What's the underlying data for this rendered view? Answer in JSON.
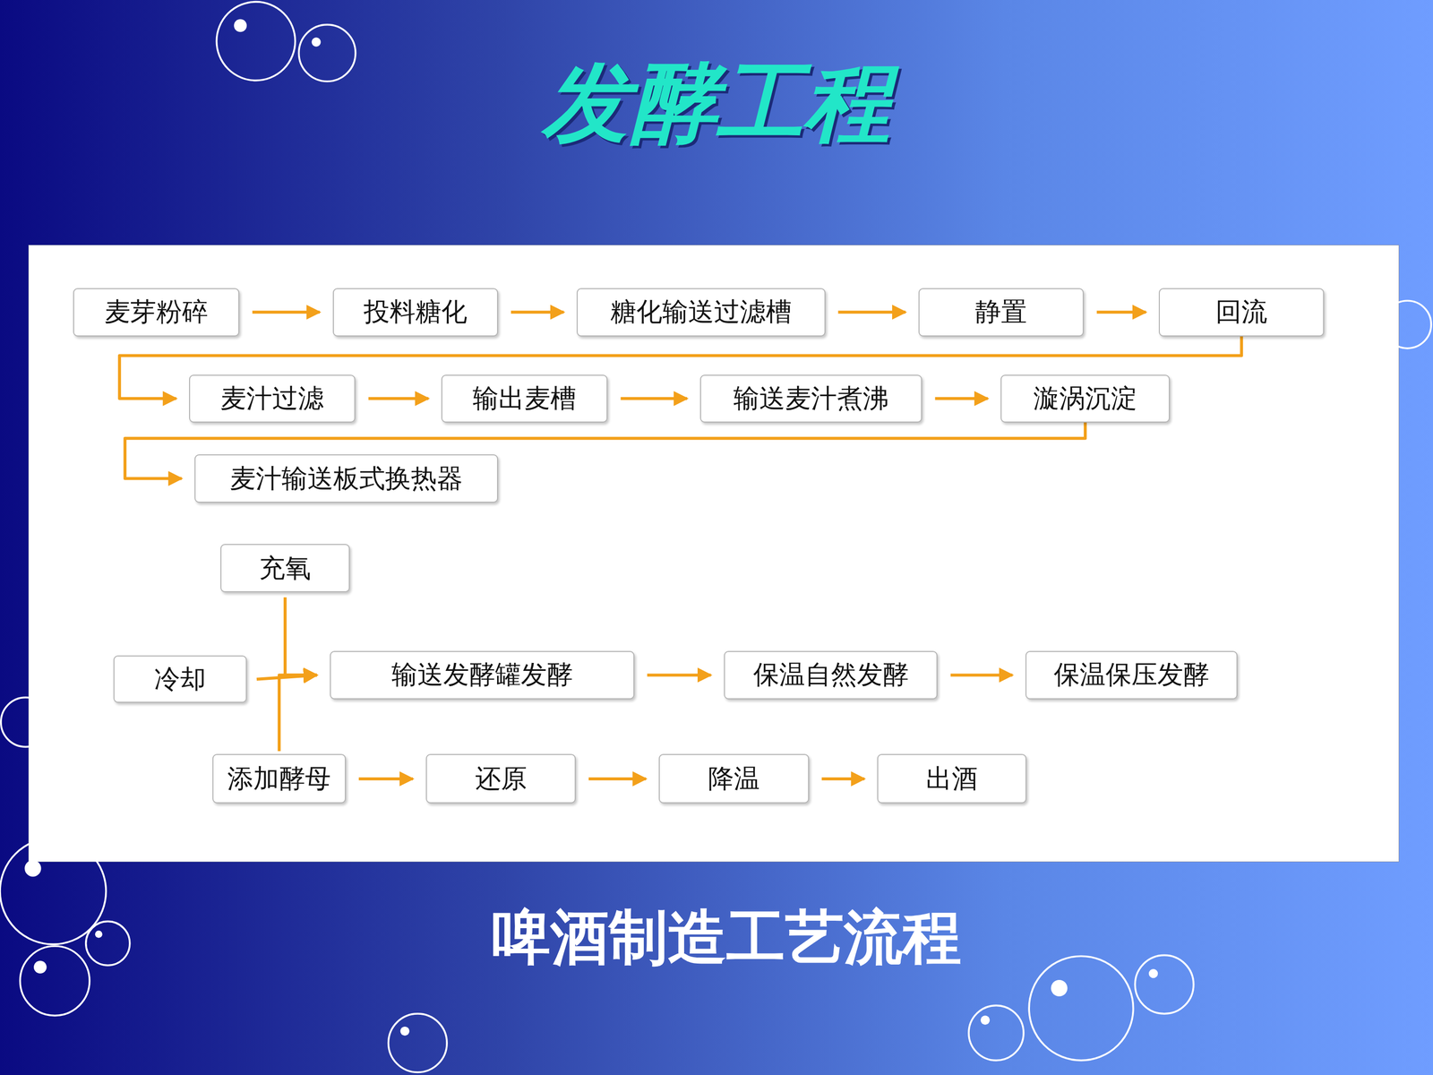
{
  "diagram": {
    "title": "发酵工程",
    "caption": "啤酒制造工艺流程",
    "nodes": [
      {
        "text": [
          "麦芽粉碎"
        ]
      },
      {
        "text": [
          "投料糖化"
        ]
      },
      {
        "text": [
          "糖化输送过滤槽"
        ]
      },
      {
        "text": [
          "静置"
        ]
      },
      {
        "text": [
          "回流"
        ]
      },
      {
        "text": [
          "麦汁过滤"
        ]
      },
      {
        "text": [
          "输出麦槽"
        ]
      },
      {
        "text": [
          "输送麦汁煮沸"
        ]
      },
      {
        "text": [
          "漩涡沉淀"
        ]
      },
      {
        "text": [
          "麦汁输送板式换热器"
        ]
      },
      {
        "text": [
          "充氧"
        ]
      },
      {
        "text": [
          "冷却"
        ]
      },
      {
        "text": [
          "输送发酵罐发酵"
        ]
      },
      {
        "text": [
          "保温自然发酵"
        ]
      },
      {
        "text": [
          "保温保压发酵"
        ]
      },
      {
        "text": [
          "添加酵母"
        ]
      },
      {
        "text": [
          "还原"
        ]
      },
      {
        "text": [
          "降温"
        ]
      },
      {
        "text": [
          "出酒"
        ]
      }
    ],
    "edges": [
      {
        "from": 0,
        "to": 1,
        "arrow": "to"
      },
      {
        "from": 1,
        "to": 2,
        "arrow": "to"
      },
      {
        "from": 2,
        "to": 3,
        "arrow": "to"
      },
      {
        "from": 3,
        "to": 4,
        "arrow": "to"
      },
      {
        "from": 4,
        "to": 5,
        "arrow": "to"
      },
      {
        "from": 5,
        "to": 6,
        "arrow": "to"
      },
      {
        "from": 6,
        "to": 7,
        "arrow": "to"
      },
      {
        "from": 7,
        "to": 8,
        "arrow": "to"
      },
      {
        "from": 8,
        "to": 9,
        "arrow": "to"
      },
      {
        "from": 10,
        "to": 12,
        "arrow": "to"
      },
      {
        "from": 11,
        "to": 12,
        "arrow": "to"
      },
      {
        "from": 15,
        "to": 12,
        "arrow": "to"
      },
      {
        "from": 12,
        "to": 13,
        "arrow": "to"
      },
      {
        "from": 13,
        "to": 14,
        "arrow": "to"
      },
      {
        "from": 15,
        "to": 16,
        "arrow": "to"
      },
      {
        "from": 16,
        "to": 17,
        "arrow": "to"
      },
      {
        "from": 17,
        "to": 18,
        "arrow": "to"
      }
    ]
  }
}
